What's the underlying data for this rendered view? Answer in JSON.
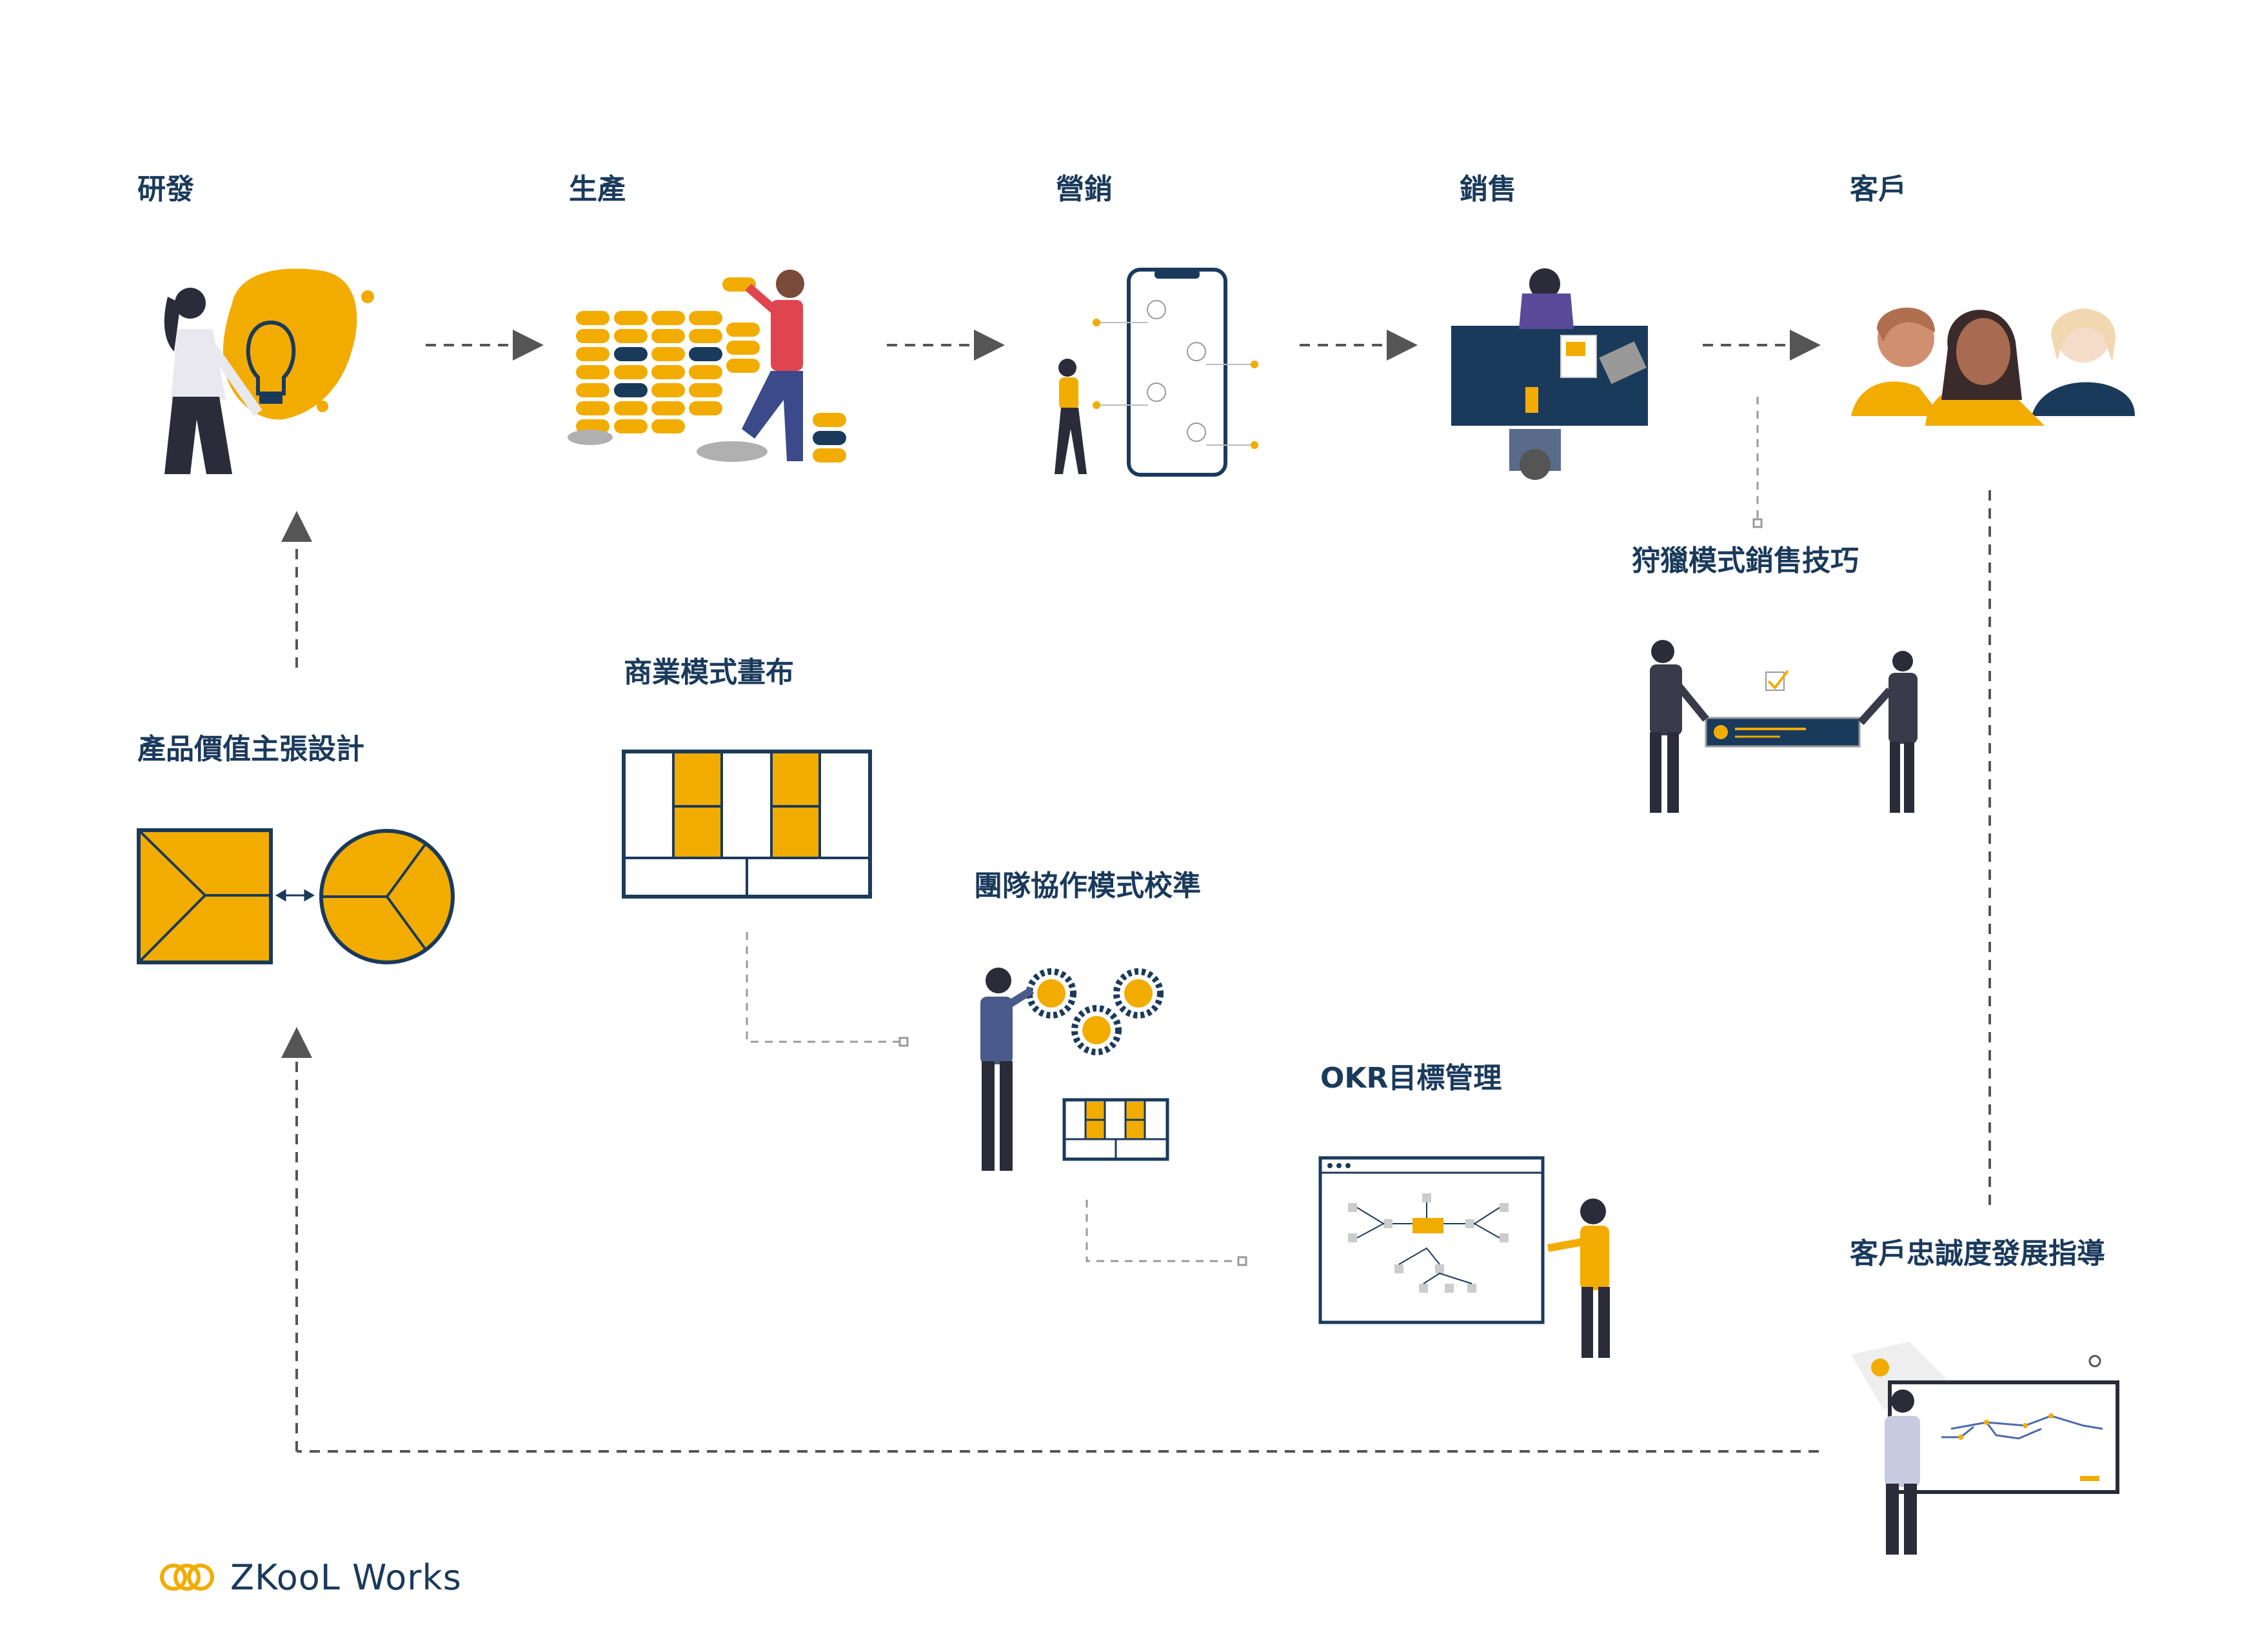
{
  "stages": [
    {
      "label": "研發"
    },
    {
      "label": "生產"
    },
    {
      "label": "營銷"
    },
    {
      "label": "銷售"
    },
    {
      "label": "客戶"
    }
  ],
  "tools": {
    "value_proposition": "產品價值主張設計",
    "business_canvas": "商業模式畫布",
    "team_alignment": "團隊協作模式校準",
    "okr": "OKR目標管理",
    "hunter_sales": "狩獵模式銷售技巧",
    "loyalty": "客戶忠誠度發展指導"
  },
  "brand": {
    "name": "ZKooL Works"
  },
  "colors": {
    "navy": "#1a3a5c",
    "yellow": "#f2ac00",
    "gray_line": "#555555",
    "light_gray": "#bbbbbb"
  }
}
